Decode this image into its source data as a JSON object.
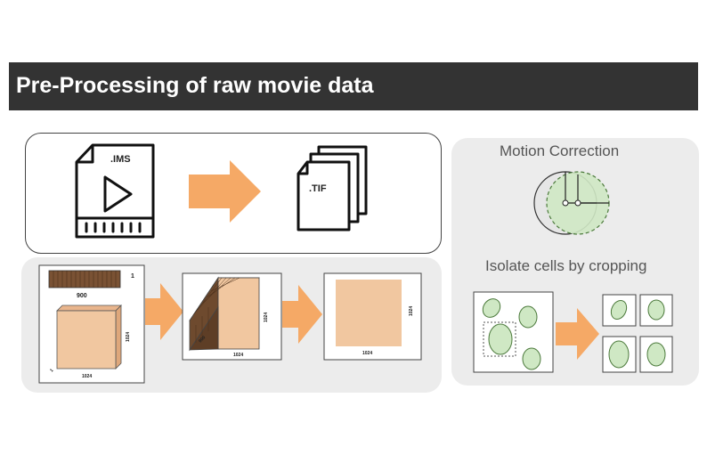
{
  "header": {
    "title": "Pre-Processing of raw movie data"
  },
  "conversion": {
    "source_ext": ".IMS",
    "target_ext": ".TIF"
  },
  "stack": {
    "raw_width": "900",
    "raw_height": "1",
    "volume_depth": "1024",
    "volume_width": "1024",
    "volume_small": "1",
    "cube_height": "1024",
    "cube_width": "1024",
    "cube_depth": "900",
    "frame_height": "1024",
    "frame_width": "1024"
  },
  "right_panel": {
    "motion_label": "Motion Correction",
    "isolate_label": "Isolate cells by cropping"
  },
  "colors": {
    "header_bg": "#333333",
    "arrow_orange": "#f5a966",
    "volume_fill": "#f1c7a0",
    "wood_dark": "#7a5234",
    "cell_green": "#cfe8c4",
    "panel_gray": "#ececec"
  },
  "icons": [
    "video-file-icon",
    "tif-stack-icon",
    "arrow-right-icon",
    "motion-circle-icon",
    "cell-icon"
  ]
}
